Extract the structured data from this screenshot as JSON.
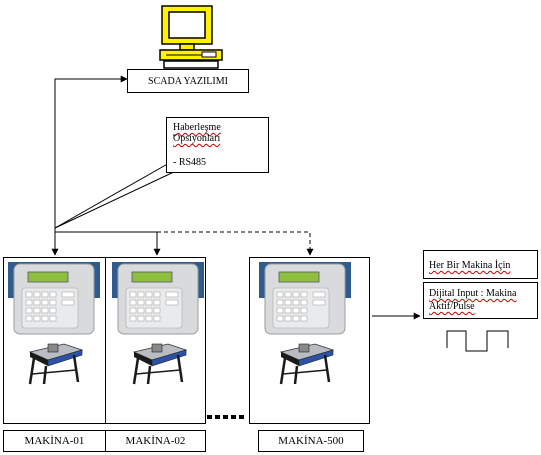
{
  "scada_label": "SCADA YAZILIMI",
  "comm_box": {
    "line1": "Haberleşme",
    "line2": "Opsiyonları",
    "line3": "- RS485"
  },
  "per_machine_box": {
    "title": "Her Bir Makina İçin",
    "line1": "Dijital Input : Makina",
    "line2": "Aktif/Pulse"
  },
  "machines": [
    {
      "label": "MAKİNA-01"
    },
    {
      "label": "MAKİNA-02"
    },
    {
      "label": "MAKİNA-500"
    }
  ],
  "icons": {
    "computer": "desktop-computer-icon",
    "controller": "panel-controller-icon",
    "saw": "table-saw-icon"
  },
  "colors": {
    "controller_body": "#d9dadc",
    "controller_backdrop": "#2f5b8f",
    "lcd": "#8fbf3f",
    "saw_blue": "#2a53a8",
    "saw_black": "#1a1a1a"
  }
}
